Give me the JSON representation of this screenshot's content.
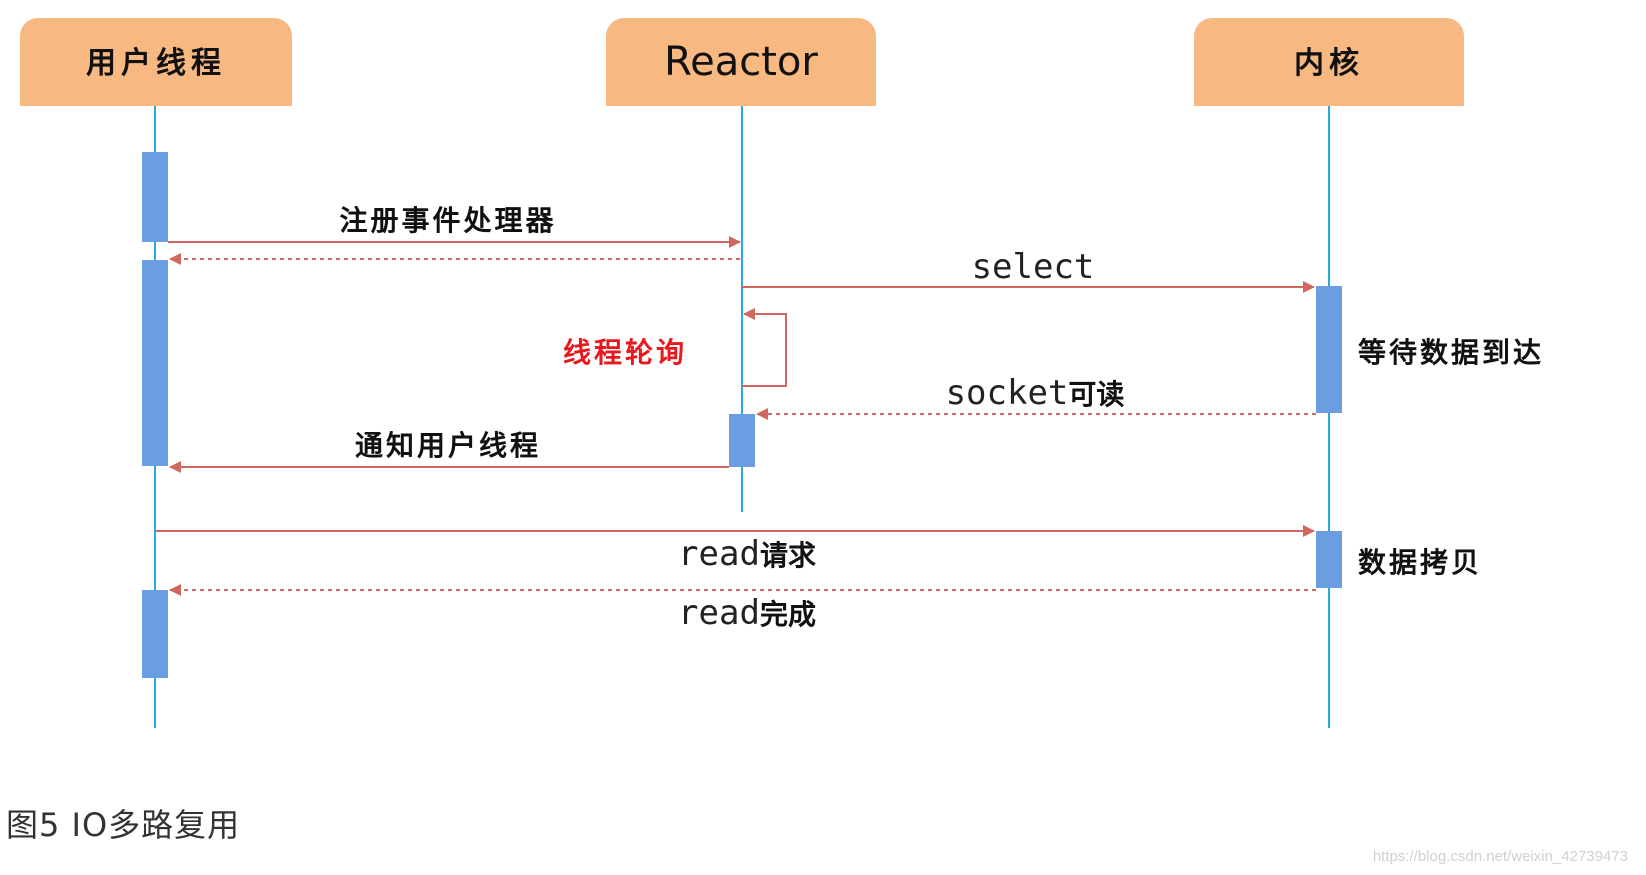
{
  "colors": {
    "participant_fill": "#f7b882",
    "lifeline": "#29a9e0",
    "activation": "#6a9ee0",
    "arrow": "#d06860",
    "highlight_text": "#e8191e",
    "text": "#111111"
  },
  "participants": {
    "user_thread": "用户线程",
    "reactor": "Reactor",
    "kernel": "内核"
  },
  "messages": {
    "register_handler": "注册事件处理器",
    "select": "select",
    "thread_poll": "线程轮询",
    "socket_readable": {
      "mono": "socket",
      "cn": "可读"
    },
    "notify_user_thread": "通知用户线程",
    "read_request": {
      "mono": "read",
      "cn": "请求"
    },
    "read_complete": {
      "mono": "read",
      "cn": "完成"
    }
  },
  "notes": {
    "wait_data": "等待数据到达",
    "data_copy": "数据拷贝"
  },
  "caption": "图5 IO多路复用",
  "watermark": "https://blog.csdn.net/weixin_42739473"
}
